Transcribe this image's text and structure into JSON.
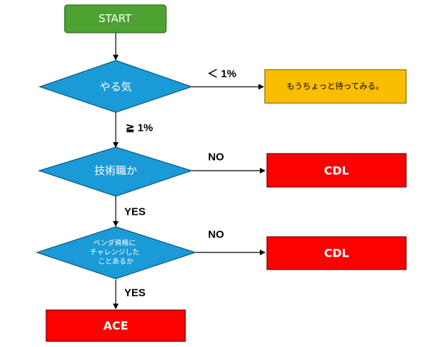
{
  "colors": {
    "start": "#4ea232",
    "decision": "#1a9ad6",
    "note": "#fbbd00",
    "terminal": "#fd0000"
  },
  "nodes": {
    "start": "START",
    "motivation": "やる気",
    "tech_role": "技術職か",
    "vendor_q": [
      "ベンダ資格に",
      "チャレンジした",
      "ことあるか"
    ],
    "wait": "もうちょっと待ってみる。",
    "cdl1": "CDL",
    "cdl2": "CDL",
    "ace": "ACE"
  },
  "edges": {
    "lt1": "＜ 1%",
    "ge1": "≧ 1%",
    "no1": "NO",
    "yes1": "YES",
    "no2": "NO",
    "yes2": "YES"
  }
}
